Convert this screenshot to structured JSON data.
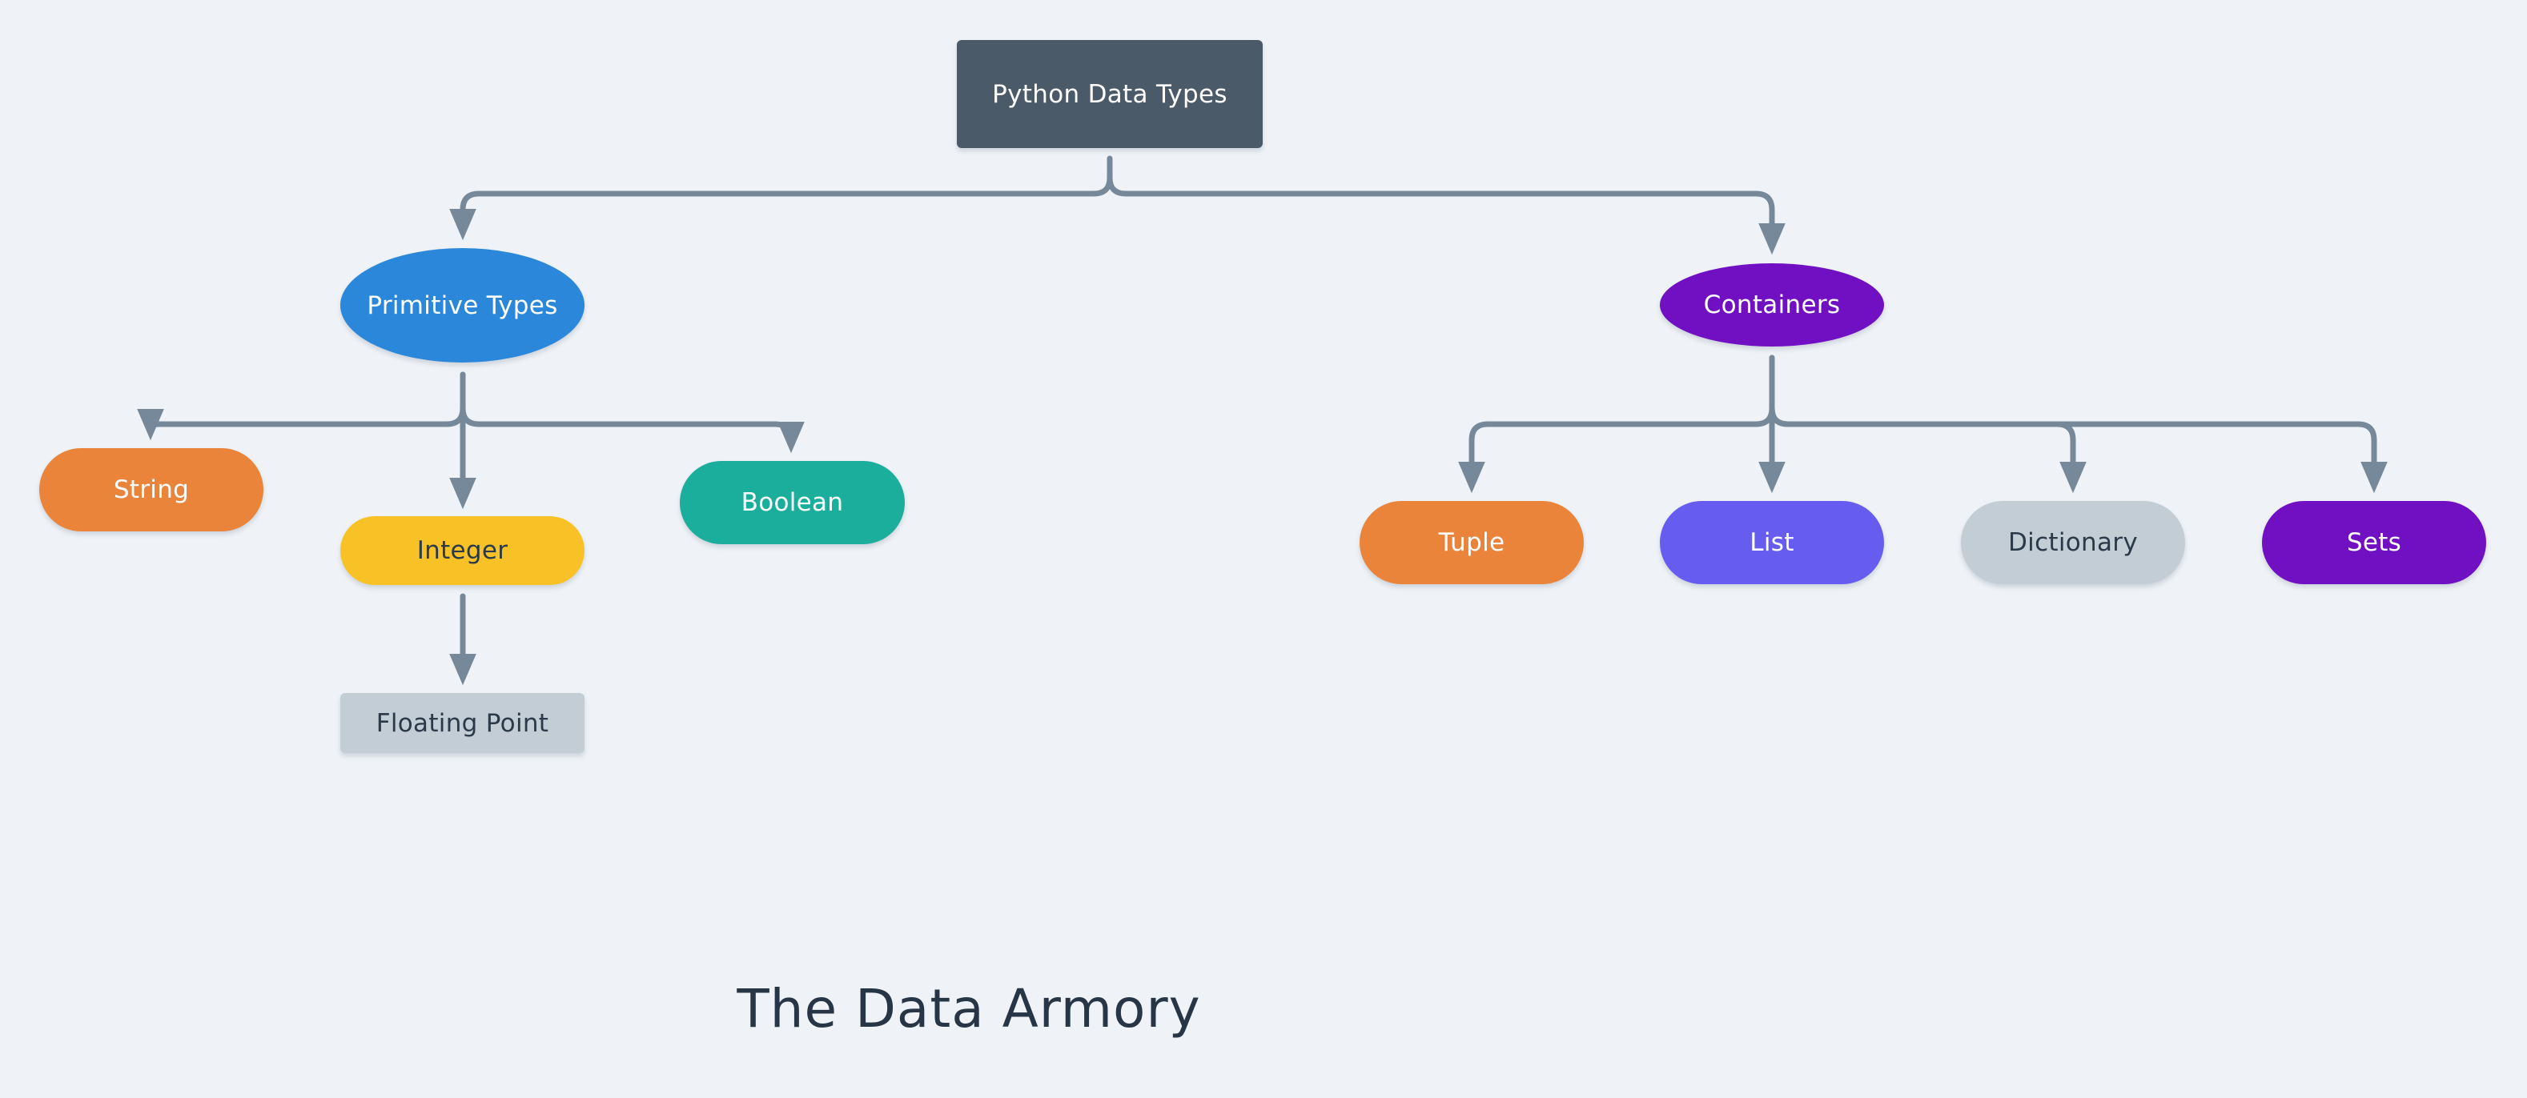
{
  "diagram": {
    "title": "The Data Armory",
    "root": {
      "label": "Python Data Types",
      "color": "#4a5a68"
    },
    "branches": [
      {
        "label": "Primitive Types",
        "color": "#2b87d9",
        "children": [
          {
            "label": "String",
            "color": "#e9843a"
          },
          {
            "label": "Integer",
            "color": "#f8c227",
            "children": [
              {
                "label": "Floating Point",
                "color": "#c3cdd6"
              }
            ]
          },
          {
            "label": "Boolean",
            "color": "#1cae9c"
          }
        ]
      },
      {
        "label": "Containers",
        "color": "#7010c2",
        "children": [
          {
            "label": "Tuple",
            "color": "#e9843a"
          },
          {
            "label": "List",
            "color": "#675cf0"
          },
          {
            "label": "Dictionary",
            "color": "#c3cdd6"
          },
          {
            "label": "Sets",
            "color": "#7010c2"
          }
        ]
      }
    ],
    "connector_color": "#76899a",
    "background_color": "#eff3f7"
  }
}
